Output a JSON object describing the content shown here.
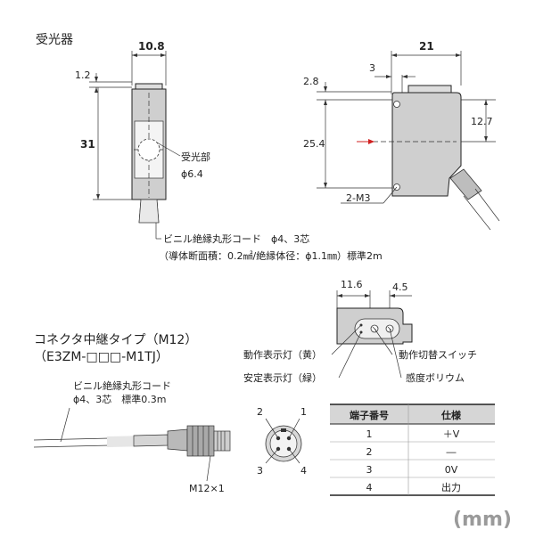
{
  "section_receiver": {
    "title": "受光器",
    "front": {
      "width": "10.8",
      "top_offset": "1.2",
      "height": "31",
      "lens_label": "受光部",
      "lens_dia": "ϕ6.4"
    },
    "side": {
      "depth": "21",
      "offset_3": "3",
      "offset_28": "2.8",
      "h_254": "25.4",
      "h_127": "12.7",
      "screws": "2-M3"
    },
    "cable_spec_1": "ビニル絶縁丸形コード　ϕ4、3芯",
    "cable_spec_2": "（導体断面積：0.2㎟/絶縁体径：ϕ1.1㎜）標準2m"
  },
  "section_top": {
    "dim_116": "11.6",
    "dim_45": "4.5",
    "callouts": {
      "op_indicator": "動作表示灯（黄）",
      "stable_indicator": "安定表示灯（緑）",
      "mode_switch": "動作切替スイッチ",
      "sensitivity": "感度ボリウム"
    }
  },
  "section_connector": {
    "title_1": "コネクタ中継タイプ（M12）",
    "title_2": "（E3ZM-□□□-M1TJ）",
    "cable_1": "ビニル絶縁丸形コード",
    "cable_2": "ϕ4、3芯　標準0.3m",
    "thread": "M12×1",
    "pins": {
      "p1": "1",
      "p2": "2",
      "p3": "3",
      "p4": "4"
    }
  },
  "pin_table": {
    "headers": [
      "端子番号",
      "仕様"
    ],
    "rows": [
      [
        "1",
        "＋V"
      ],
      [
        "2",
        "―"
      ],
      [
        "3",
        "0V"
      ],
      [
        "4",
        "出力"
      ]
    ]
  },
  "unit": "(mm)"
}
